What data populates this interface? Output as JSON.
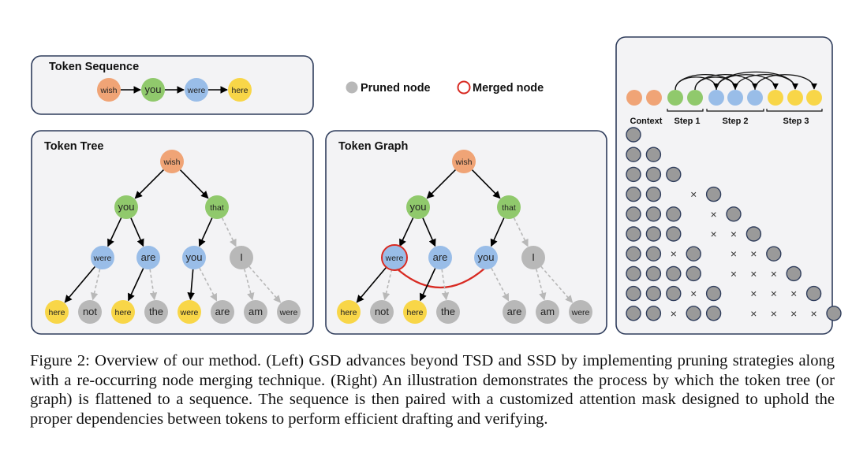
{
  "colors": {
    "panel_fill": "#f3f3f5",
    "panel_stroke": "#2f3d5c",
    "orange": "#f0a476",
    "green": "#90c96c",
    "blue": "#99bde8",
    "yellow": "#f8d648",
    "gray": "#b8b8b8",
    "mask_gray": "#9a9a9a",
    "mask_stroke": "#2f3d5c",
    "merge_red": "#d82a22",
    "edge": "#000000",
    "pruned_edge": "#b8b8b8"
  },
  "legend": {
    "pruned_label": "Pruned node",
    "merged_label": "Merged node"
  },
  "token_sequence": {
    "title": "Token Sequence",
    "tokens": [
      {
        "text": "wish",
        "color": "orange"
      },
      {
        "text": "you",
        "color": "green"
      },
      {
        "text": "were",
        "color": "blue"
      },
      {
        "text": "here",
        "color": "yellow"
      }
    ]
  },
  "token_tree": {
    "title": "Token Tree",
    "nodes": {
      "root": {
        "text": "wish",
        "color": "orange"
      },
      "you": {
        "text": "you",
        "color": "green"
      },
      "that": {
        "text": "that",
        "color": "green"
      },
      "were": {
        "text": "were",
        "color": "blue"
      },
      "are": {
        "text": "are",
        "color": "blue"
      },
      "you2": {
        "text": "you",
        "color": "blue"
      },
      "I": {
        "text": "I",
        "color": "gray"
      },
      "l1": {
        "text": "here",
        "color": "yellow"
      },
      "l2": {
        "text": "not",
        "color": "gray"
      },
      "l3": {
        "text": "here",
        "color": "yellow"
      },
      "l4": {
        "text": "the",
        "color": "gray"
      },
      "l5": {
        "text": "were",
        "color": "yellow"
      },
      "l6": {
        "text": "are",
        "color": "gray"
      },
      "l7": {
        "text": "am",
        "color": "gray"
      },
      "l8": {
        "text": "were",
        "color": "gray"
      }
    }
  },
  "token_graph": {
    "title": "Token Graph",
    "nodes": {
      "root": {
        "text": "wish",
        "color": "orange"
      },
      "you": {
        "text": "you",
        "color": "green"
      },
      "that": {
        "text": "that",
        "color": "green"
      },
      "were": {
        "text": "were",
        "color": "blue",
        "merged": true
      },
      "are": {
        "text": "are",
        "color": "blue"
      },
      "you2": {
        "text": "you",
        "color": "blue"
      },
      "I": {
        "text": "I",
        "color": "gray"
      },
      "l1": {
        "text": "here",
        "color": "yellow"
      },
      "l2": {
        "text": "not",
        "color": "gray"
      },
      "l3": {
        "text": "here",
        "color": "yellow"
      },
      "l4": {
        "text": "the",
        "color": "gray"
      },
      "l6": {
        "text": "are",
        "color": "gray"
      },
      "l7": {
        "text": "am",
        "color": "gray"
      },
      "l8": {
        "text": "were",
        "color": "gray"
      }
    }
  },
  "attention": {
    "sequence_colors": [
      "orange",
      "orange",
      "green",
      "green",
      "blue",
      "blue",
      "blue",
      "yellow",
      "yellow",
      "yellow"
    ],
    "labels": [
      "Context",
      "Step 1",
      "Step 2",
      "Step 3"
    ],
    "mask_rows": [
      "o",
      "oo",
      "ooo",
      "oo.xo",
      "ooo.xo",
      "ooo.xxo",
      "ooxo.xxo",
      "oooo.xxxo",
      "oooxo.xxxo",
      "ooxoo.xxxxo"
    ]
  },
  "caption": "Figure 2: Overview of our method. (Left) GSD advances beyond TSD and SSD by implementing pruning strategies along with a re-occurring node merging technique. (Right) An illustration demonstrates the process by which the token tree (or graph) is flattened to a sequence. The sequence is then paired with a customized attention mask designed to uphold the proper dependencies between tokens to perform efficient drafting and verifying."
}
